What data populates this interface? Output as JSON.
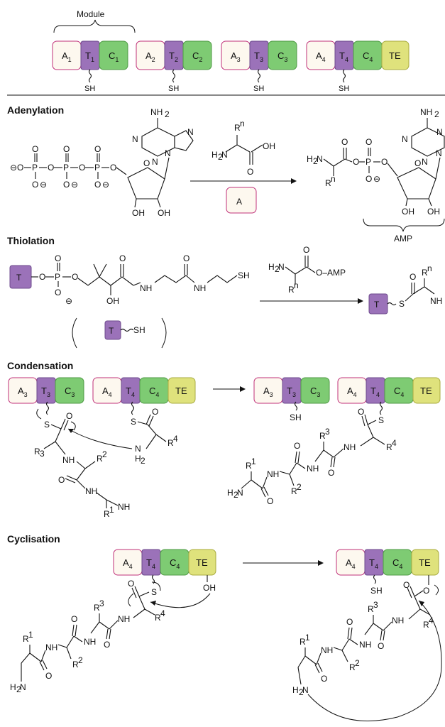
{
  "colors": {
    "A": "#fdf8ef",
    "A_border": "#c0307a",
    "T": "#9b72b9",
    "T_border": "#6d4a8c",
    "C": "#7ecb73",
    "C_border": "#4f9a45",
    "TE": "#dfe27c",
    "TE_border": "#a8ab3f"
  },
  "top": {
    "module_label": "Module",
    "domains": [
      {
        "type": "A",
        "base": "A",
        "sub": "1"
      },
      {
        "type": "T",
        "base": "T",
        "sub": "1"
      },
      {
        "type": "C",
        "base": "C",
        "sub": "1"
      },
      {
        "type": "A",
        "base": "A",
        "sub": "2"
      },
      {
        "type": "T",
        "base": "T",
        "sub": "2"
      },
      {
        "type": "C",
        "base": "C",
        "sub": "2"
      },
      {
        "type": "A",
        "base": "A",
        "sub": "3"
      },
      {
        "type": "T",
        "base": "T",
        "sub": "3"
      },
      {
        "type": "C",
        "base": "C",
        "sub": "3"
      },
      {
        "type": "A",
        "base": "A",
        "sub": "4"
      },
      {
        "type": "T",
        "base": "T",
        "sub": "4"
      },
      {
        "type": "C",
        "base": "C",
        "sub": "4"
      },
      {
        "type": "TE",
        "base": "TE",
        "sub": ""
      }
    ],
    "sh": "SH"
  },
  "sections": {
    "adenylation": "Adenylation",
    "thiolation": "Thiolation",
    "condensation": "Condensation",
    "cyclisation": "Cyclisation"
  },
  "labels": {
    "nh2": "NH",
    "nh2_sub": "2",
    "h2n": "H",
    "h2n_sub": "2",
    "n": "N",
    "o": "O",
    "oh": "OH",
    "p": "P",
    "sh": "SH",
    "s": "S",
    "nh": "NH",
    "h": "H",
    "amp": "AMP",
    "o_amp": "O–AMP",
    "rn": "R",
    "rn_sup": "n",
    "a_box": "A",
    "t_box": "T",
    "r1": "R",
    "r1_sup": "1",
    "r2": "R",
    "r2_sup": "2",
    "r3": "R",
    "r3_sup": "3",
    "r3_sub": "3",
    "r4": "R",
    "r4_sup": "4",
    "minus": "⊖",
    "te": "TE"
  }
}
